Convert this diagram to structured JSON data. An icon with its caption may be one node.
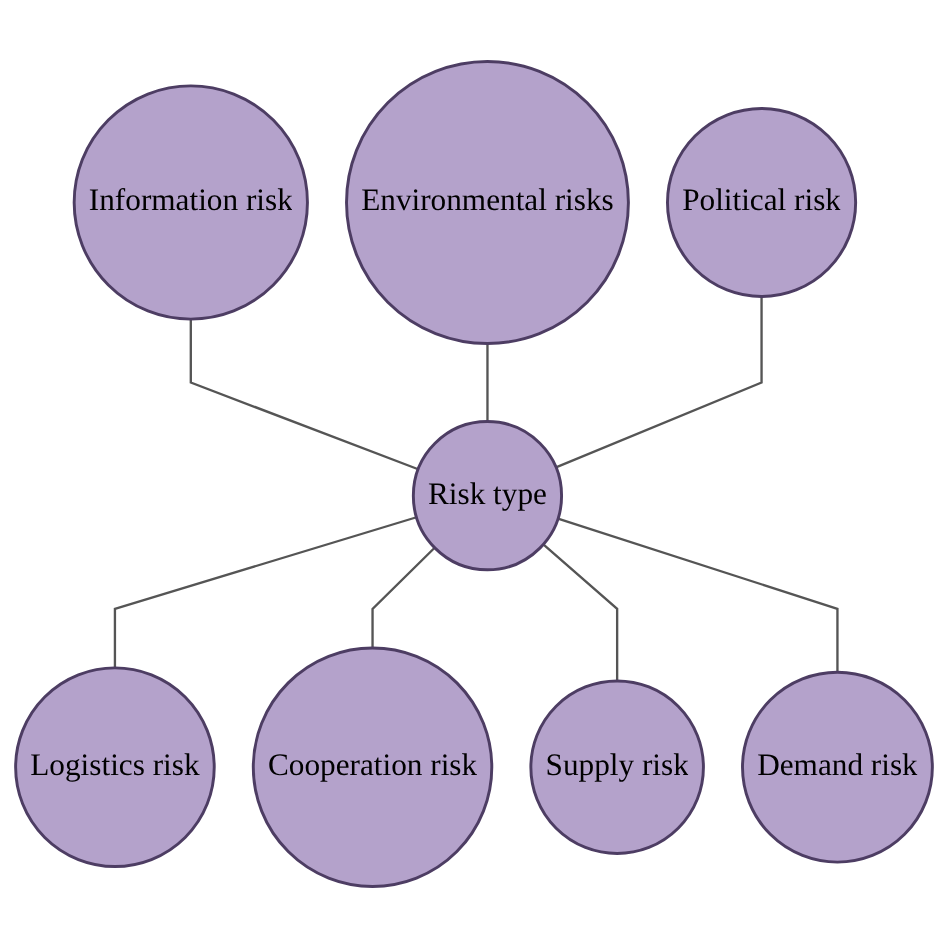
{
  "diagram": {
    "nodes": [
      {
        "text": [
          "Risk type"
        ]
      },
      {
        "text": [
          "Information risk"
        ]
      },
      {
        "text": [
          "Environmental risks"
        ]
      },
      {
        "text": [
          "Political risk"
        ]
      },
      {
        "text": [
          "Logistics risk"
        ]
      },
      {
        "text": [
          "Cooperation risk"
        ]
      },
      {
        "text": [
          "Supply risk"
        ]
      },
      {
        "text": [
          "Demand risk"
        ]
      }
    ],
    "edges": [
      {
        "from": 1,
        "to": 0,
        "arrow": "none"
      },
      {
        "from": 2,
        "to": 0,
        "arrow": "none"
      },
      {
        "from": 3,
        "to": 0,
        "arrow": "none"
      },
      {
        "from": 0,
        "to": 4,
        "arrow": "none"
      },
      {
        "from": 0,
        "to": 5,
        "arrow": "none"
      },
      {
        "from": 0,
        "to": 6,
        "arrow": "none"
      },
      {
        "from": 0,
        "to": 7,
        "arrow": "none"
      }
    ]
  }
}
